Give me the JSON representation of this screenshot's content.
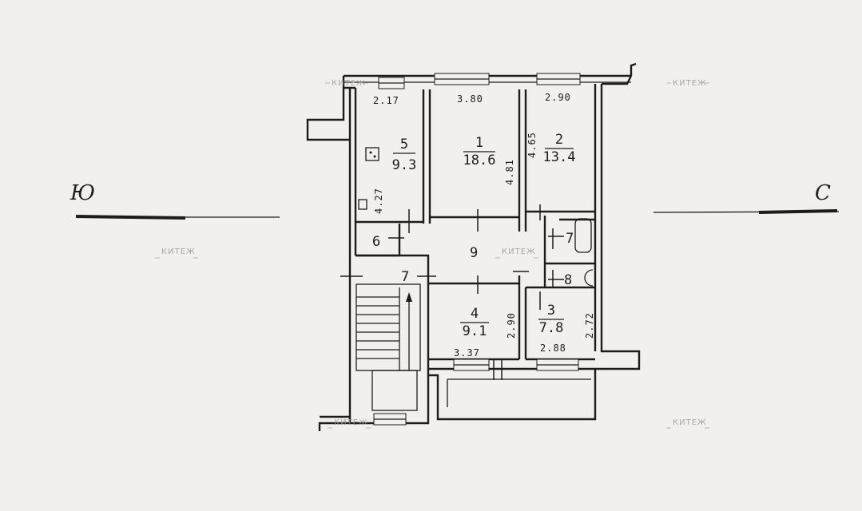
{
  "watermark": {
    "text": "КИТЕЖ"
  },
  "compass": {
    "west": "Ю",
    "east": "С"
  },
  "rooms": [
    {
      "id": "5",
      "number": "5",
      "area": "9.3",
      "width": "2.17",
      "depth": "4.27"
    },
    {
      "id": "1",
      "number": "1",
      "area": "18.6",
      "width": "3.80",
      "depth": "4.81"
    },
    {
      "id": "2",
      "number": "2",
      "area": "13.4",
      "width": "2.90",
      "depth": "4.65"
    },
    {
      "id": "6",
      "number": "6"
    },
    {
      "id": "9",
      "number": "9"
    },
    {
      "id": "7a",
      "number": "7"
    },
    {
      "id": "7b",
      "number": "7"
    },
    {
      "id": "8",
      "number": "8"
    },
    {
      "id": "4",
      "number": "4",
      "area": "9.1",
      "width": "3.37",
      "depth": "2.90"
    },
    {
      "id": "3",
      "number": "3",
      "area": "7.8",
      "width": "2.88",
      "depth": "2.72"
    }
  ]
}
